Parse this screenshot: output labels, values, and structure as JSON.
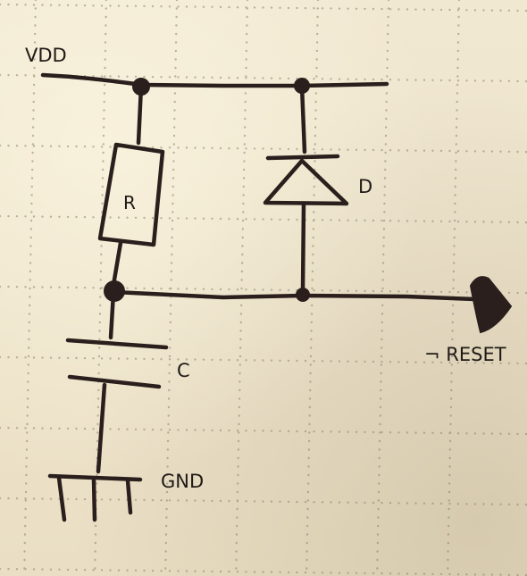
{
  "labels": {
    "vdd": "VDD",
    "resistor": "R",
    "diode": "D",
    "capacitor": "C",
    "reset": "¬ RESET",
    "ground": "GND"
  },
  "colors": {
    "ink": "#2a1f1c",
    "paper": "#efe6cf",
    "grid_dots": "#8c8270"
  }
}
